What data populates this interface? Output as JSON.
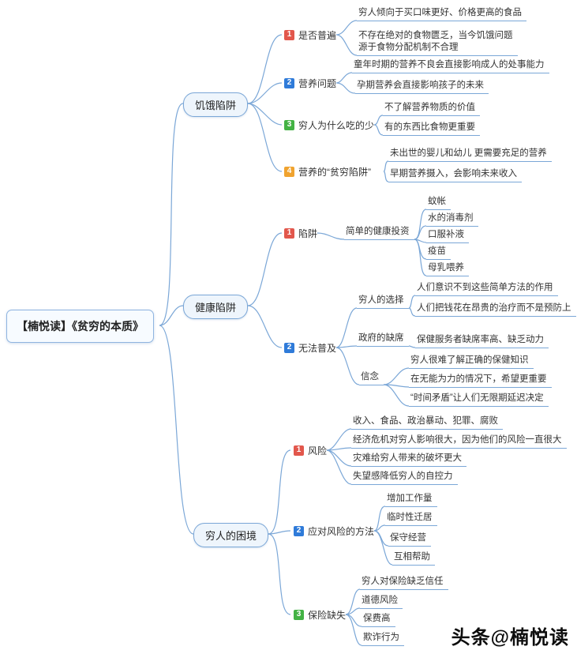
{
  "root": {
    "label": "【楠悦读】《贫穷的本质》"
  },
  "watermark": {
    "prefix": "头条",
    "handle": "@楠悦读"
  },
  "colors": {
    "line": "#7ba7d7",
    "node_fill": "#eef5fc",
    "badge_red": "#e2574c",
    "badge_blue": "#2f7bd9",
    "badge_green": "#43b244",
    "badge_orange": "#f0a32f"
  },
  "branches": [
    {
      "label": "饥饿陷阱",
      "children": [
        {
          "num": "1",
          "label": "是否普遍",
          "leaves": [
            "穷人倾向于买口味更好、价格更高的食品",
            "不存在绝对的食物匮乏，当今饥饿问题\n源于食物分配机制不合理"
          ]
        },
        {
          "num": "2",
          "label": "营养问题",
          "leaves": [
            "童年时期的营养不良会直接影响成人的处事能力",
            "孕期营养会直接影响孩子的未来"
          ]
        },
        {
          "num": "3",
          "label": "穷人为什么吃的少",
          "leaves": [
            "不了解营养物质的价值",
            "有的东西比食物更重要"
          ]
        },
        {
          "num": "4",
          "label": "营养的“贫穷陷阱”",
          "leaves": [
            "未出世的婴儿和幼儿 更需要充足的营养",
            "早期营养摄入，会影响未来收入"
          ]
        }
      ]
    },
    {
      "label": "健康陷阱",
      "children": [
        {
          "num": "1",
          "label": "陷阱",
          "groups": [
            {
              "label": "简单的健康投资",
              "leaves": [
                "蚊帐",
                "水的消毒剂",
                "口服补液",
                "疫苗",
                "母乳喂养"
              ]
            }
          ]
        },
        {
          "num": "2",
          "label": "无法普及",
          "groups": [
            {
              "label": "穷人的选择",
              "leaves": [
                "人们意识不到这些简单方法的作用",
                "人们把钱花在昂贵的治疗而不是预防上"
              ]
            },
            {
              "label": "政府的缺席",
              "leaves": [
                "保健服务者缺席率高、缺乏动力"
              ]
            },
            {
              "label": "信念",
              "leaves": [
                "穷人很难了解正确的保健知识",
                "在无能为力的情况下，希望更重要",
                "“时间矛盾”让人们无限期延迟决定"
              ]
            }
          ]
        }
      ]
    },
    {
      "label": "穷人的困境",
      "children": [
        {
          "num": "1",
          "label": "风险",
          "leaves": [
            "收入、食品、政治暴动、犯罪、腐败",
            "经济危机对穷人影响很大，因为他们的风险一直很大",
            "灾难给穷人带来的破坏更大",
            "失望感降低穷人的自控力"
          ]
        },
        {
          "num": "2",
          "label": "应对风险的方法",
          "leaves": [
            "增加工作量",
            "临时性迁居",
            "保守经营",
            "互相帮助"
          ]
        },
        {
          "num": "3",
          "label": "保险缺失",
          "leaves": [
            "穷人对保险缺乏信任",
            "道德风险",
            "保费高",
            "欺诈行为"
          ]
        }
      ]
    }
  ]
}
